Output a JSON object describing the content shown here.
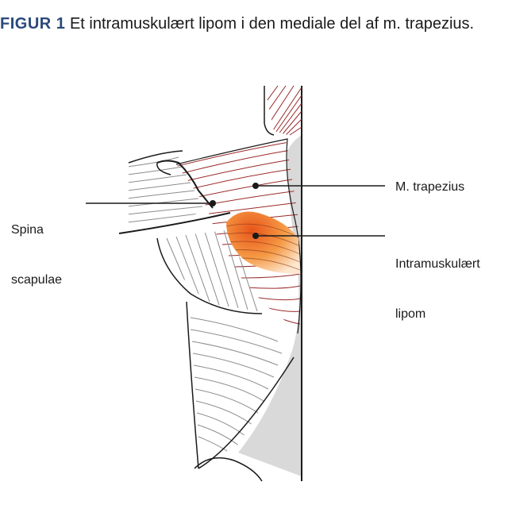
{
  "caption": {
    "figure_label": "FIGUR 1",
    "text": "Et intramuskulært lipom i den mediale del af m. trapezius."
  },
  "labels": {
    "spina_line1": "Spina",
    "spina_line2": "scapulae",
    "trapezius": "M. trapezius",
    "lipom_line1": "Intramuskulært",
    "lipom_line2": "lipom"
  },
  "colors": {
    "caption_accent": "#2b4a7a",
    "muscle_lines": "#9b2a2a",
    "lipoma": "#f07a20",
    "outline": "#1a1a1a",
    "spine_fill": "#d9d9d9"
  }
}
